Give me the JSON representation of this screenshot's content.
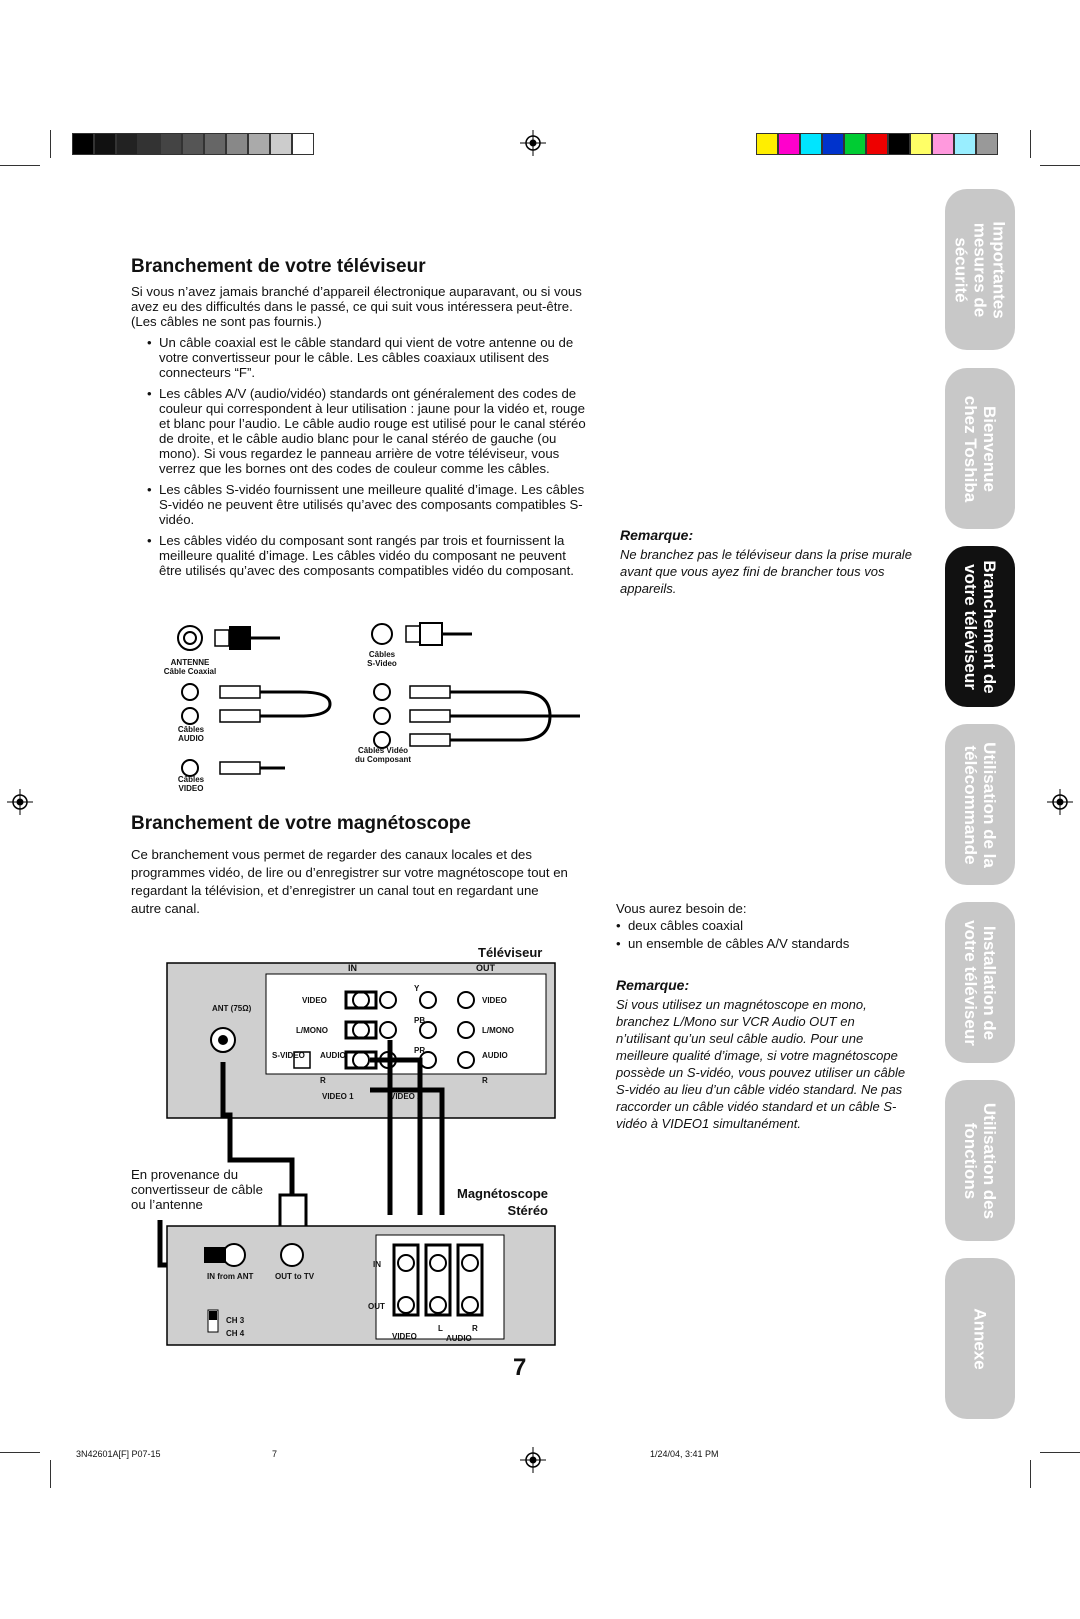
{
  "section1": {
    "title": "Branchement de votre téléviseur",
    "intro": "Si vous n’avez jamais branché d’appareil électronique auparavant, ou si vous avez eu des difficultés dans le passé, ce qui suit vous intéressera peut-être. (Les câbles ne sont pas fournis.)",
    "bullets": [
      "Un câble coaxial est le câble standard qui vient de votre antenne ou de votre convertisseur pour le câble. Les câbles coaxiaux utilisent des connecteurs “F”.",
      "Les câbles A/V (audio/vidéo) standards ont généralement des codes de couleur qui correspondent à leur utilisation : jaune pour la vidéo et, rouge et blanc pour l’audio. Le câble audio rouge est utilisé pour le canal stéréo de droite, et le câble audio blanc pour le canal stéréo de gauche (ou mono). Si vous regardez le panneau arrière de votre téléviseur, vous verrez que les bornes ont des codes de couleur comme les câbles.",
      "Les câbles S-vidéo fournissent une meilleure qualité d’image. Les câbles S-vidéo ne peuvent être utilisés qu’avec des composants compatibles S-vidéo.",
      "Les câbles vidéo du composant sont rangés par trois et fournissent la meilleure qualité d’image. Les câbles vidéo du composant ne peuvent être utilisés qu’avec des composants compatibles vidéo du composant."
    ]
  },
  "remark1": {
    "heading": "Remarque:",
    "text": "Ne branchez pas le téléviseur dans la prise murale avant que vous ayez fini de brancher tous vos appareils."
  },
  "cables_diagram": {
    "antenne": "ANTENNE",
    "cable_coaxial": "Câble Coaxial",
    "cables_svideo_1": "Câbles",
    "cables_svideo_2": "S-Video",
    "cables_audio_1": "Câbles",
    "cables_audio_2": "AUDIO",
    "cables_composant_1": "Câbles Vidéo",
    "cables_composant_2": "du Composant",
    "cables_video_1": "Câbles",
    "cables_video_2": "VIDEO"
  },
  "section2": {
    "title": "Branchement de votre magnétoscope",
    "intro": "Ce branchement vous permet de regarder des canaux locales et des programmes vidéo, de lire ou d’enregistrer sur votre magnétoscope tout en regardant la télévision, et d’enregistrer un canal tout en regardant une autre canal."
  },
  "needs": {
    "heading": "Vous aurez besoin de:",
    "items": [
      "deux câbles coaxial",
      "un ensemble de câbles A/V standards"
    ]
  },
  "remark2": {
    "heading": "Remarque:",
    "text": "Si vous utilisez un magnétoscope en mono, branchez L/Mono sur VCR Audio OUT en n’utilisant qu’un seul câble audio. Pour une meilleure qualité d’image, si votre magnétoscope possède un S-vidéo, vous pouvez utiliser un câble S-vidéo au lieu d’un câble vidéo standard. Ne pas raccorder un câble vidéo standard et un câble S-vidéo à VIDEO1 simultanément."
  },
  "tv_diagram": {
    "tv_label": "Téléviseur",
    "in": "IN",
    "out": "OUT",
    "ant": "ANT (75Ω)",
    "video": "VIDEO",
    "lmono": "L/MONO",
    "svideo": "S-VIDEO",
    "audio": "AUDIO",
    "r": "R",
    "y": "Y",
    "pb": "PB",
    "pr": "PR",
    "video1": "VIDEO 1",
    "video2": "VIDEO 2",
    "source_text": "En provenance du convertisseur de câble ou l’antenne",
    "vcr_label_1": "Magnétoscope",
    "vcr_label_2": "Stéréo",
    "in_from_ant": "IN from ANT",
    "out_to_tv": "OUT to TV",
    "ch3": "CH 3",
    "ch4": "CH 4",
    "vcr_in": "IN",
    "vcr_out": "OUT",
    "vcr_video": "VIDEO",
    "vcr_l": "L",
    "vcr_r": "R",
    "vcr_audio": "AUDIO"
  },
  "page_number": "7",
  "tabs": [
    "Importantes\nmesures de\nsécurité",
    "Bienvenue\nchez Toshiba",
    "Branchement de\nvotre téléviseur",
    "Utilisation de la\ntélécommande",
    "Installation de\nvotre téléviseur",
    "Utilisation des\nfonctions",
    "Annexe"
  ],
  "footer": {
    "code": "3N42601A[F] P07-15",
    "page": "7",
    "date": "1/24/04, 3:41 PM"
  },
  "colors": {
    "tab_active": "#111111",
    "tab_inactive": "#c8c8c8",
    "panel": "#cfcfcf"
  }
}
